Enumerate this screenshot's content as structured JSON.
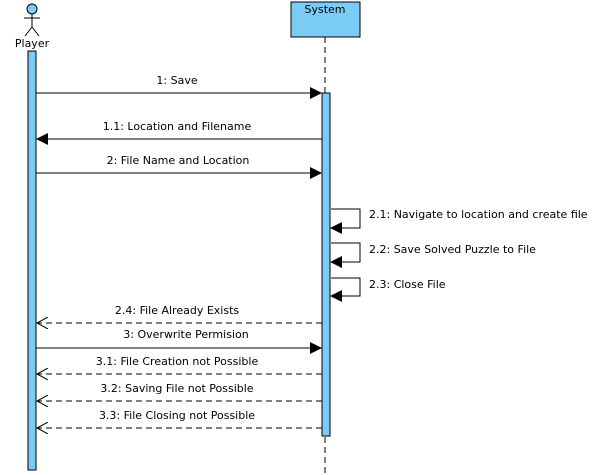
{
  "colors": {
    "accent": "#7ACCF5",
    "line": "#000000",
    "background": "#ffffff"
  },
  "actor": {
    "label": "Player"
  },
  "system": {
    "label": "System"
  },
  "messages": [
    {
      "id": "m1",
      "label": "1: Save",
      "direction": "to-system",
      "style": "solid"
    },
    {
      "id": "m1_1",
      "label": "1.1: Location and Filename",
      "direction": "to-player",
      "style": "solid"
    },
    {
      "id": "m2",
      "label": "2: File Name and Location",
      "direction": "to-system",
      "style": "solid"
    },
    {
      "id": "m2_1",
      "label": "2.1: Navigate to location and create file",
      "direction": "self",
      "style": "solid"
    },
    {
      "id": "m2_2",
      "label": "2.2: Save Solved Puzzle to File",
      "direction": "self",
      "style": "solid"
    },
    {
      "id": "m2_3",
      "label": "2.3: Close File",
      "direction": "self",
      "style": "solid"
    },
    {
      "id": "m2_4",
      "label": "2.4: File Already Exists",
      "direction": "to-player",
      "style": "dashed"
    },
    {
      "id": "m3",
      "label": "3: Overwrite Permision",
      "direction": "to-system",
      "style": "solid"
    },
    {
      "id": "m3_1",
      "label": "3.1: File Creation not Possible",
      "direction": "to-player",
      "style": "dashed"
    },
    {
      "id": "m3_2",
      "label": "3.2: Saving File not Possible",
      "direction": "to-player",
      "style": "dashed"
    },
    {
      "id": "m3_3",
      "label": "3.3: File Closing not Possible",
      "direction": "to-player",
      "style": "dashed"
    }
  ]
}
